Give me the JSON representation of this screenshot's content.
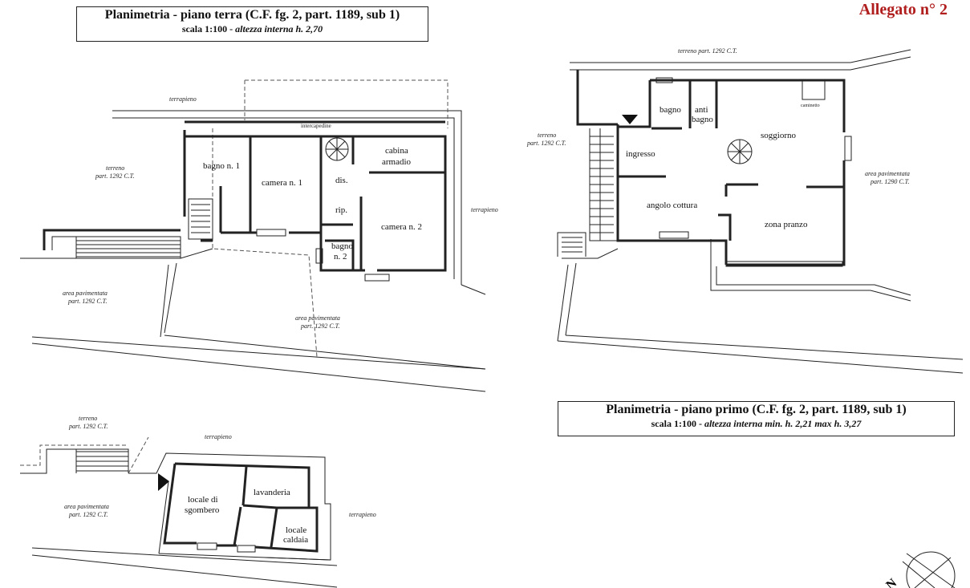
{
  "header": {
    "allegato": "Allegato n° 2"
  },
  "plan_ground": {
    "title": "Planimetria - piano terra (C.F. fg. 2, part. 1189, sub 1)",
    "scale": "scala 1:100 -",
    "height": "altezza interna h. 2,70",
    "rooms": {
      "bagno1": "bagno n. 1",
      "camera1": "camera n. 1",
      "dis": "dis.",
      "rip": "rip.",
      "cabina1": "cabina",
      "cabina2": "armadio",
      "camera2": "camera n. 2",
      "bagno2a": "bagno",
      "bagno2b": "n. 2"
    },
    "labels": {
      "terrapieno_top": "terrapieno",
      "intercapedine": "intercapedine",
      "terreno": "terreno",
      "terreno_part": "part. 1292 C.T.",
      "terrapieno_right": "terrapieno",
      "area_left1": "area pavimentata",
      "area_left2": "part. 1292 C.T.",
      "area_mid1": "area pavimentata",
      "area_mid2": "part. 1292 C.T."
    }
  },
  "plan_first": {
    "title": "Planimetria - piano primo (C.F. fg. 2, part. 1189, sub 1)",
    "scale": "scala 1:100 -",
    "height": "altezza interna  min. h. 2,21 max h. 3,27",
    "rooms": {
      "bagno": "bagno",
      "anti1": "anti",
      "anti2": "bagno",
      "camino": "caminetto",
      "ingresso": "ingresso",
      "soggiorno": "soggiorno",
      "angolo": "angolo cottura",
      "zona": "zona pranzo"
    },
    "labels": {
      "terreno_top": "terreno part. 1292 C.T.",
      "terreno1": "terreno",
      "terreno2": "part. 1292 C.T.",
      "area1": "area  pavimentata",
      "area2": "part. 1290 C.T."
    }
  },
  "plan_basement": {
    "rooms": {
      "locale1": "locale di",
      "locale2": "sgombero",
      "lavanderia": "lavanderia",
      "caldaia1": "locale",
      "caldaia2": "caldaia"
    },
    "labels": {
      "terreno1": "terreno",
      "terreno2": "part. 1292 C.T.",
      "terrapieno_top": "terrapieno",
      "area1": "area pavimentata",
      "area2": "part. 1292 C.T.",
      "terrapieno_right": "terrapieno"
    }
  },
  "compass": {
    "letter": "N"
  }
}
